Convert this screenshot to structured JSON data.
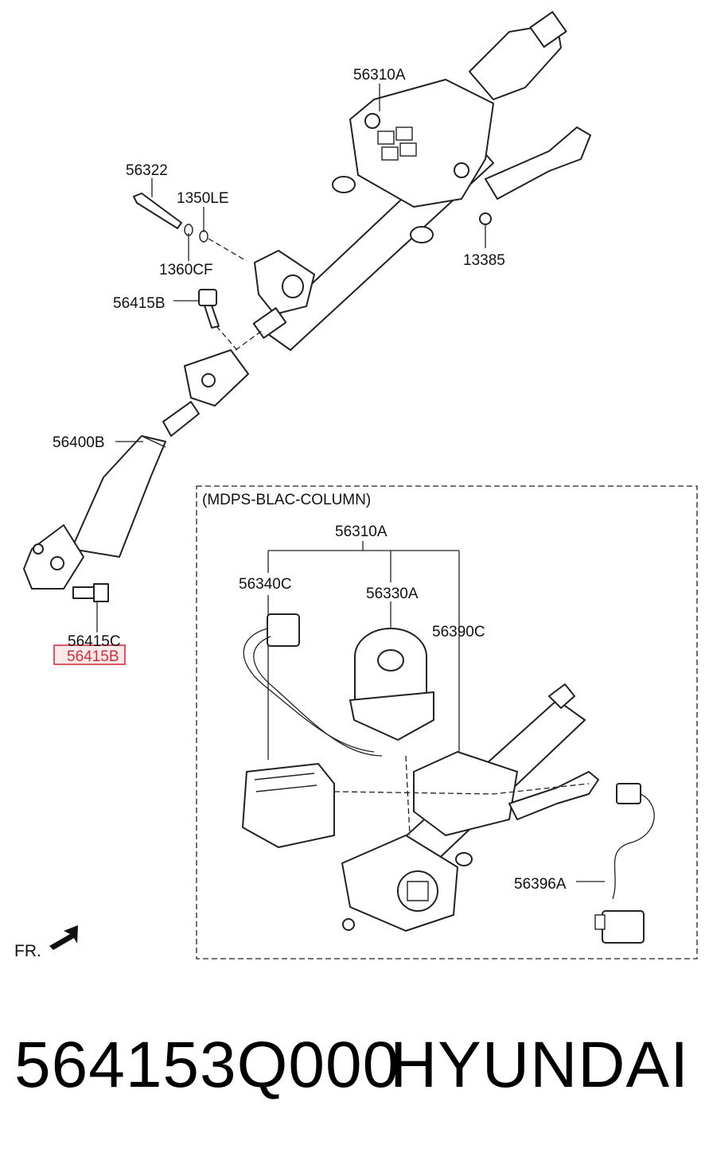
{
  "callouts": {
    "c56310A_top": "56310A",
    "c56322": "56322",
    "c1350LE": "1350LE",
    "c1360CF": "1360CF",
    "c13385": "13385",
    "c56415B": "56415B",
    "c56400B": "56400B",
    "c56415C": "56415C",
    "c56415B_highlight": "56415B",
    "inset_title": "(MDPS-BLAC-COLUMN)",
    "c56310A_inset": "56310A",
    "c56340C": "56340C",
    "c56330A": "56330A",
    "c56390C": "56390C",
    "c56396A": "56396A",
    "fr": "FR."
  },
  "highlight_color": "#d9303a",
  "footer": {
    "part_number": "564153Q000",
    "brand": "HYUNDAI"
  }
}
